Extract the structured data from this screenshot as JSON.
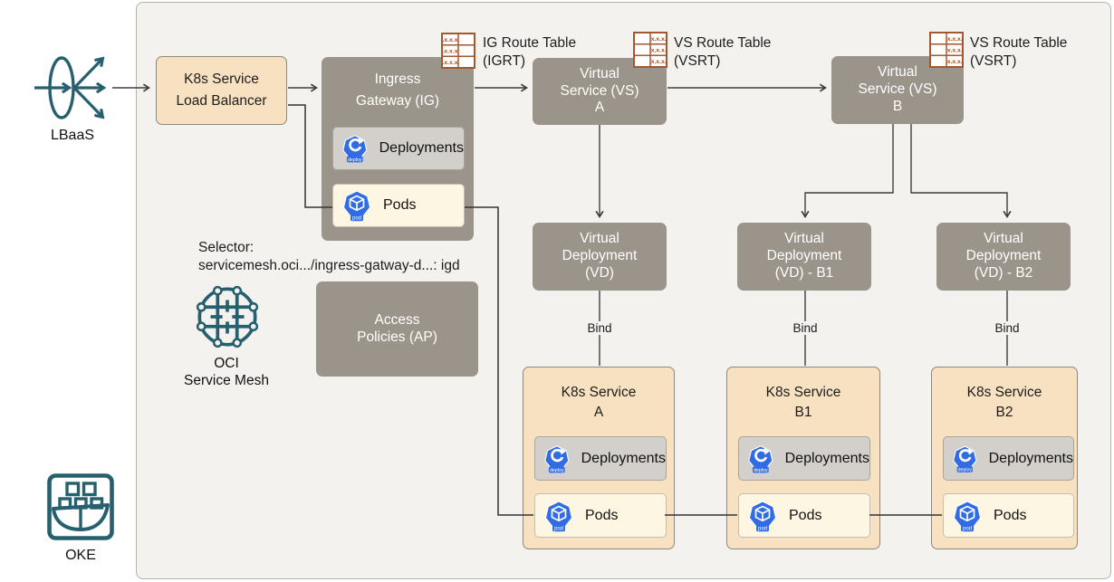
{
  "colors": {
    "teal_icon": "#26606e",
    "node_gray": "#9b948b",
    "node_tan": "#f7e1c1",
    "pods_cream": "#fdf6e3",
    "deployments_gray": "#d3cfca",
    "route_table_brown": "#a2592f",
    "k8s_blue": "#326ce5"
  },
  "lbaas": {
    "label": "LBaaS"
  },
  "oke": {
    "label": "OKE"
  },
  "k8s_lb": {
    "title": "K8s Service\nLoad Balancer"
  },
  "ingress_gateway": {
    "title": "Ingress\nGateway (IG)",
    "deployments_label": "Deployments",
    "pods_label": "Pods"
  },
  "route_tables": {
    "igrt": {
      "label": "IG Route Table\n(IGRT)",
      "cell_text": ".x.x.x"
    },
    "vsrt_a": {
      "label": "VS Route Table\n(VSRT)",
      "cell_text": "x.x.x."
    },
    "vsrt_b": {
      "label": "VS Route Table\n(VSRT)",
      "cell_text": "x.x.x."
    }
  },
  "virtual_services": [
    {
      "title": "Virtual\nService (VS)\nA"
    },
    {
      "title": "Virtual\nService (VS)\nB"
    }
  ],
  "virtual_deployments": [
    {
      "title": "Virtual\nDeployment\n(VD)",
      "bind_label": "Bind"
    },
    {
      "title": "Virtual\nDeployment\n(VD) - B1",
      "bind_label": "Bind"
    },
    {
      "title": "Virtual\nDeployment\n(VD) - B2",
      "bind_label": "Bind"
    }
  ],
  "selector": {
    "text": "Selector:\nservicemesh.oci.../ingress-gatway-d...: igd"
  },
  "service_mesh": {
    "label": "OCI\nService Mesh"
  },
  "access_policies": {
    "title": "Access\nPolicies (AP)"
  },
  "k8s_services": [
    {
      "title": "K8s Service\nA",
      "deployments_label": "Deployments",
      "pods_label": "Pods"
    },
    {
      "title": "K8s Service\nB1",
      "deployments_label": "Deployments",
      "pods_label": "Pods"
    },
    {
      "title": "K8s Service\nB2",
      "deployments_label": "Deployments",
      "pods_label": "Pods"
    }
  ],
  "icon_labels": {
    "deploy": "deploy",
    "pod": "pod"
  }
}
